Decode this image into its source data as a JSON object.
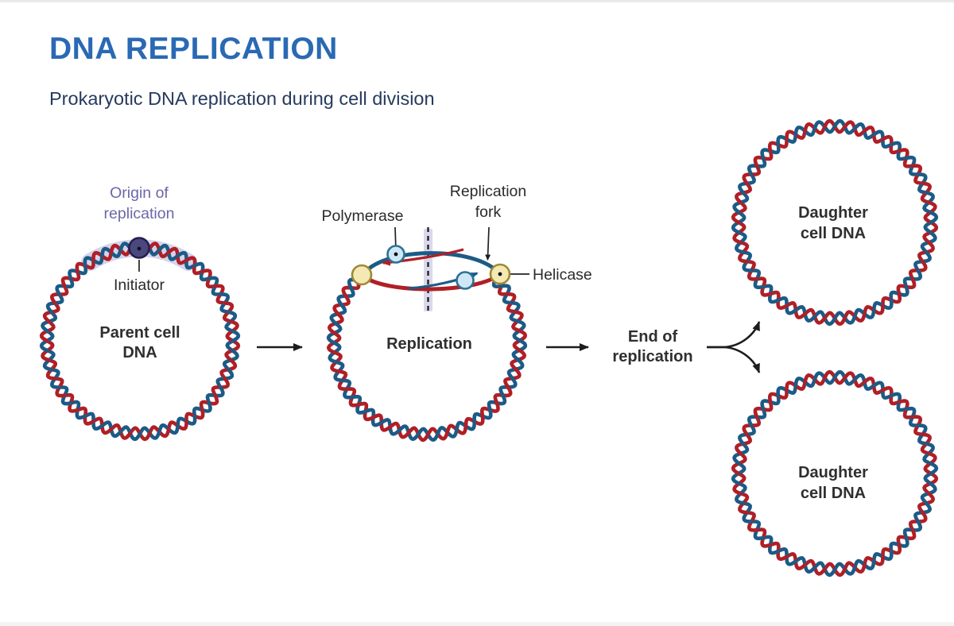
{
  "page": {
    "title": "DNA REPLICATION",
    "subtitle": "Prokaryotic DNA replication during cell division"
  },
  "colors": {
    "title_blue": "#2a69b4",
    "subtitle_navy": "#263a5e",
    "text_dark": "#2b2b2b",
    "text_bold_dark": "#2f2f2f",
    "label_purple": "#6b68a8",
    "strand_red": "#b01f26",
    "strand_blue": "#1b5b87",
    "helicase_fill": "#f4e8b4",
    "helicase_stroke": "#9e8a33",
    "polymerase_fill": "#cde8f4",
    "polymerase_stroke": "#2c7095",
    "initiator_fill": "#4b4880",
    "initiator_stroke": "#23204e",
    "origin_band_purple": "#b5b1d8",
    "arrow_black": "#1d1d1d",
    "pointer_black": "#222222"
  },
  "stages": {
    "parent": {
      "lines": [
        "Parent cell",
        "DNA"
      ]
    },
    "replication": {
      "label": "Replication"
    },
    "end": {
      "lines": [
        "End of",
        "replication"
      ]
    },
    "daughter_top": {
      "lines": [
        "Daughter",
        "cell DNA"
      ]
    },
    "daughter_bottom": {
      "lines": [
        "Daughter",
        "cell DNA"
      ]
    }
  },
  "annotations": {
    "origin": {
      "lines": [
        "Origin of",
        "replication"
      ]
    },
    "initiator": "Initiator",
    "polymerase": "Polymerase",
    "replication_fork": {
      "lines": [
        "Replication",
        "fork"
      ]
    },
    "helicase": "Helicase"
  }
}
